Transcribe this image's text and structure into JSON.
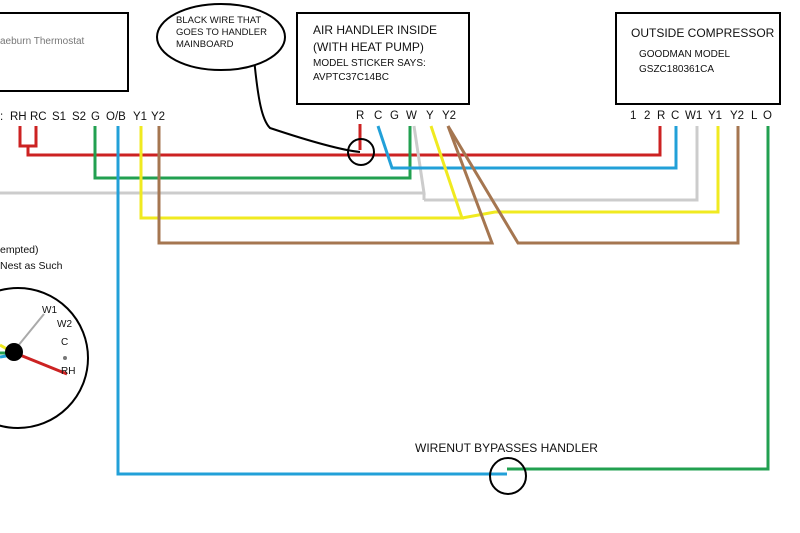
{
  "thermostat": {
    "title": "aeburn Thermostat"
  },
  "callout": {
    "lines": [
      "BLACK WIRE THAT",
      "GOES TO HANDLER",
      "MAINBOARD"
    ]
  },
  "air_handler": {
    "lines": [
      "AIR HANDLER INSIDE",
      "(WITH HEAT PUMP)",
      "MODEL STICKER SAYS:",
      "AVPTC37C14BC"
    ],
    "terminals": [
      "R",
      "C",
      "G",
      "W",
      "Y",
      "Y2"
    ]
  },
  "compressor": {
    "title": "OUTSIDE COMPRESSOR",
    "lines": [
      "GOODMAN MODEL",
      "GSZC180361CA"
    ],
    "terminals": [
      "1",
      "2",
      "R",
      "C",
      "W1",
      "Y1",
      "Y2",
      "L",
      "O"
    ]
  },
  "thermostat_terminals": [
    "RH",
    "RC",
    "S1",
    "S2",
    "G",
    "O/B",
    "Y1",
    "Y2"
  ],
  "note": {
    "lines": [
      "empted)",
      "Nest as Such"
    ]
  },
  "dial": {
    "labels": [
      "W1",
      "W2",
      "C",
      "RH"
    ]
  },
  "wirenut": {
    "label": "WIRENUT BYPASSES HANDLER"
  },
  "colors": {
    "red": "#cc2222",
    "blue": "#22a0d8",
    "green": "#22a050",
    "gray": "#cccccc",
    "yellow": "#f0ea20",
    "brown": "#a57650",
    "black": "#000000"
  }
}
